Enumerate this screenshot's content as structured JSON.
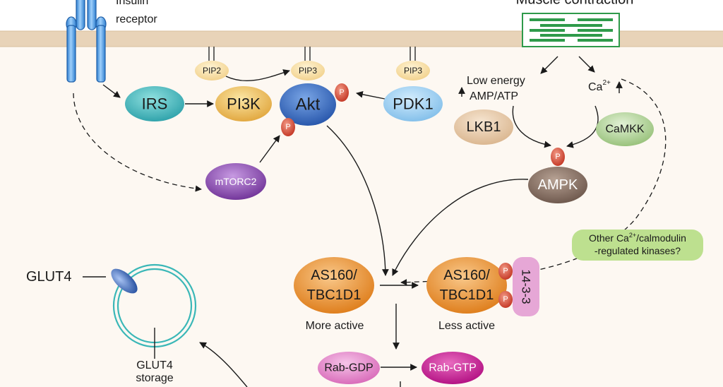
{
  "labels": {
    "muscle_contraction": "Muscle contraction",
    "insulin": "Insulin",
    "receptor": "receptor",
    "low_energy": "Low energy",
    "amp_atp": "AMP/ATP",
    "ca": "Ca",
    "ca_sup": "2+",
    "other_kinases_line1_pre": "Other Ca",
    "other_kinases_line1_sup": "2+",
    "other_kinases_line1_post": "/calmodulin",
    "other_kinases_line2": "-regulated kinases?",
    "glut4": "GLUT4",
    "glut4_storage_line1": "GLUT4",
    "glut4_storage_line2": "storage",
    "more_active": "More active",
    "less_active": "Less active",
    "phospho": "P"
  },
  "nodes": {
    "irs": "IRS",
    "pi3k": "PI3K",
    "akt": "Akt",
    "pdk1": "PDK1",
    "pip2": "PIP2",
    "pip3_a": "PIP3",
    "pip3_b": "PIP3",
    "mtorc2": "mTORC2",
    "lkb1": "LKB1",
    "camkk": "CaMKK",
    "ampk": "AMPK",
    "as160_active_line1": "AS160/",
    "as160_active_line2": "TBC1D1",
    "as160_inactive_line1": "AS160/",
    "as160_inactive_line2": "TBC1D1",
    "protein_1433": "14-3-3",
    "rab_gdp": "Rab-GDP",
    "rab_gtp": "Rab-GTP"
  },
  "colors": {
    "background": "#fdf8f2",
    "membrane": "#e8d3b8",
    "irs": "#2fa8b0",
    "pi3k": "#e8b64a",
    "akt": "#2f62b4",
    "pdk1": "#8ec8ef",
    "pip": "#f6dc9e",
    "mtorc2": "#7a3d9e",
    "lkb1": "#e6c8a6",
    "camkk": "#a9cb8f",
    "ampk": "#7a6458",
    "as160": "#e58a26",
    "protein_1433": "#e6a7d6",
    "rab_gdp": "#df7cc4",
    "rab_gtp": "#c0138c",
    "phospho": "#d2452f",
    "receptor": "#5aa3e4",
    "muscle_fiber": "#2e9a4a",
    "kinase_note": "#bde08f",
    "vesicle": "#3ab7b7",
    "glut4": "#2f5fb8"
  }
}
